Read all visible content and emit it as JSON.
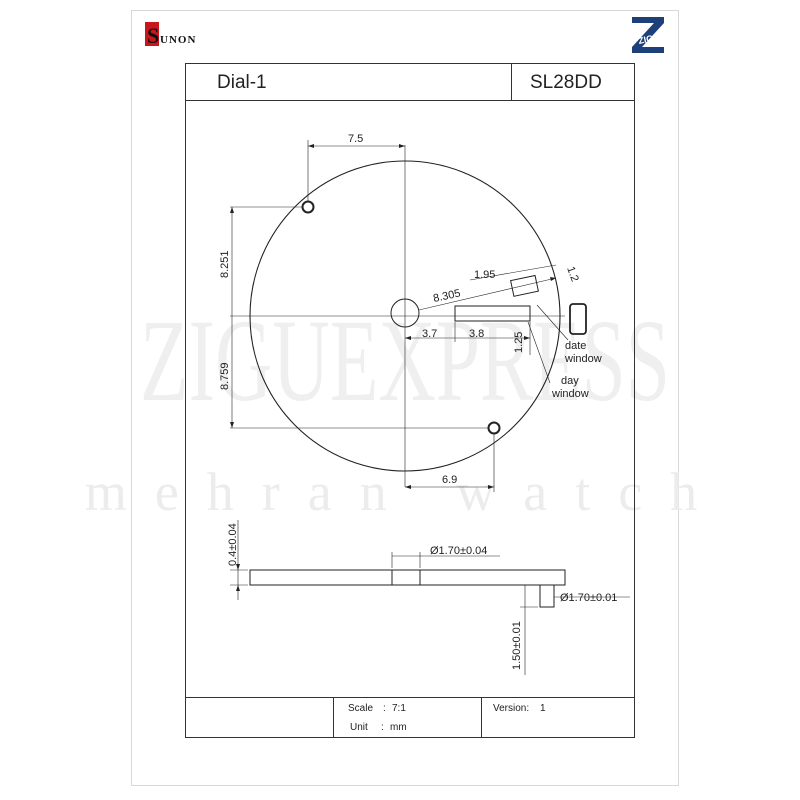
{
  "header": {
    "brand_left": "SUNON",
    "brand_right": "ZIGU",
    "title": "Dial-1",
    "model": "SL28DD"
  },
  "watermark": {
    "line1": "ZIGUEXPRESS",
    "line2": "mehran watch"
  },
  "dimensions": {
    "top_width": "7.5",
    "upper_height": "8.251",
    "lower_height": "8.759",
    "bottom_width": "6.9",
    "radius": "8.305",
    "date_width": "1.95",
    "date_height": "1.2",
    "day_offset": "3.7",
    "day_width": "3.8",
    "day_height": "1.25",
    "thickness": "0.4±0.04",
    "hole_dia": "Ø1.70±0.04",
    "pin_dia": "Ø1.70±0.01",
    "pin_height": "1.50±0.01"
  },
  "labels": {
    "date_window": [
      "date",
      "window"
    ],
    "day_window": [
      "day",
      "window"
    ]
  },
  "footer": {
    "scale_label": "Scale",
    "scale_value": "7:1",
    "unit_label": "Unit",
    "unit_value": "mm",
    "version_label": "Version:",
    "version_value": "1"
  }
}
